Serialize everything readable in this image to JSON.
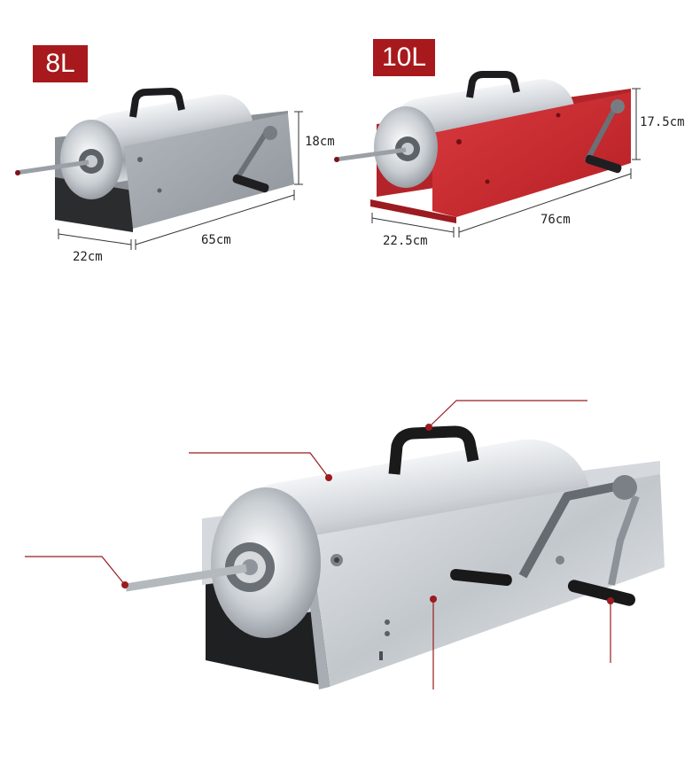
{
  "models": [
    {
      "capacity": "8L",
      "body_color": "#9ea3a8",
      "dimensions": {
        "height": "18cm",
        "width": "22cm",
        "length": "65cm"
      }
    },
    {
      "capacity": "10L",
      "body_color": "#c8262b",
      "dimensions": {
        "height": "17.5cm",
        "width": "22.5cm",
        "length": "76cm"
      }
    }
  ],
  "colors": {
    "badge": "#a7191c",
    "callout_line": "#9b1b1e",
    "steel": "#c9ced3"
  }
}
